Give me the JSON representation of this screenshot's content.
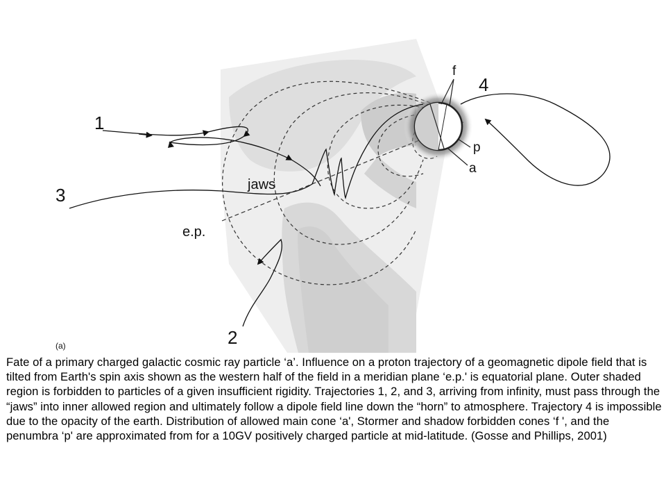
{
  "figure": {
    "labels": {
      "traj1": "1",
      "traj2": "2",
      "traj3": "3",
      "traj4": "4",
      "jaws": "jaws",
      "ep": "e.p.",
      "f": "f",
      "p": "p",
      "a": "a",
      "panel": "(a)"
    }
  },
  "caption": {
    "text": "Fate of a primary charged galactic cosmic ray particle ‘a’. Influence on a proton trajectory of a geomagnetic dipole field that is tilted from Earth's spin axis shown as the western half of the field in a meridian plane ‘e.p.' is equatorial plane. Outer shaded region is forbidden to particles of a given insufficient rigidity. Trajectories 1, 2, and 3, arriving from infinity, must pass through the “jaws” into inner allowed region and ultimately follow a dipole field line down the “horn” to atmosphere. Trajectory 4 is impossible due to the opacity of the earth. Distribution of allowed main cone ‘a', Stormer and shadow forbidden cones ‘f ', and the penumbra ‘p' are approximated from for a 10GV positively charged particle at mid-latitude. (Gosse and Phillips, 2001)"
  }
}
